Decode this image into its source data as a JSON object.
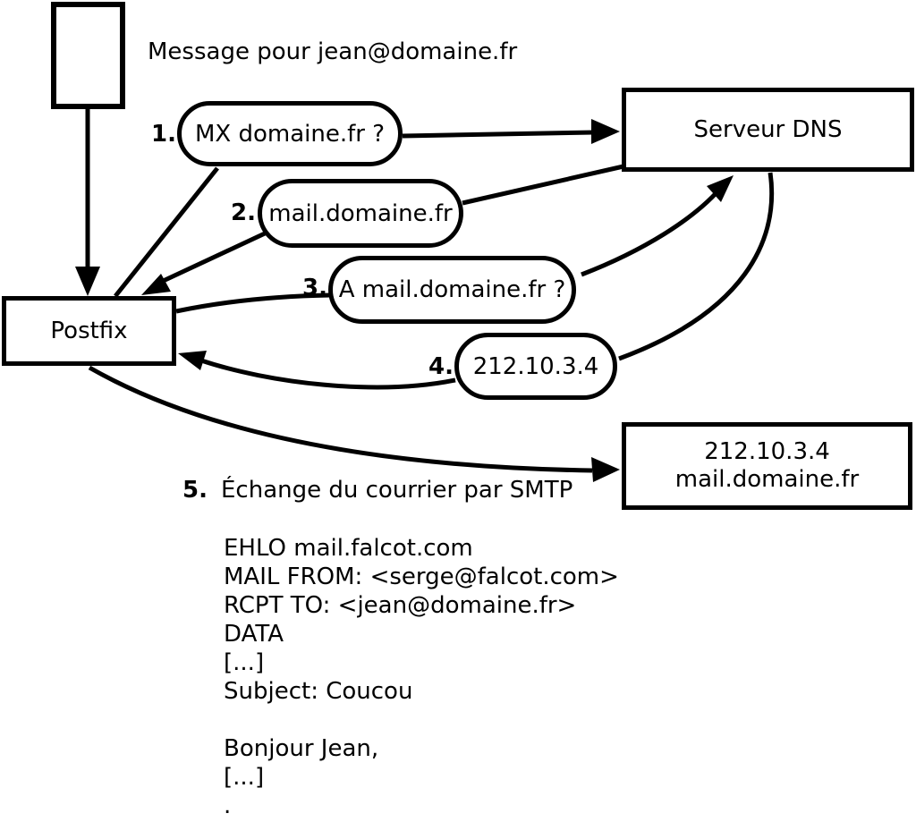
{
  "diagram": {
    "message_label": "Message pour jean@domaine.fr",
    "nodes": {
      "postfix": {
        "label": "Postfix"
      },
      "dns": {
        "label": "Serveur DNS"
      },
      "destination": {
        "ip": "212.10.3.4",
        "host": "mail.domaine.fr"
      }
    },
    "steps": [
      {
        "number": "1.",
        "label": "MX domaine.fr ?"
      },
      {
        "number": "2.",
        "label": "mail.domaine.fr"
      },
      {
        "number": "3.",
        "label": "A mail.domaine.fr ?"
      },
      {
        "number": "4.",
        "label": "212.10.3.4"
      },
      {
        "number": "5.",
        "label": "Échange du courrier par SMTP"
      }
    ],
    "smtp_session": [
      "EHLO mail.falcot.com",
      "MAIL FROM: <serge@falcot.com>",
      "RCPT TO: <jean@domaine.fr>",
      "DATA",
      "[...]",
      "Subject: Coucou",
      "",
      "Bonjour Jean,",
      "[...]",
      "."
    ],
    "colors": {
      "stroke": "#000000",
      "background": "#ffffff"
    }
  }
}
